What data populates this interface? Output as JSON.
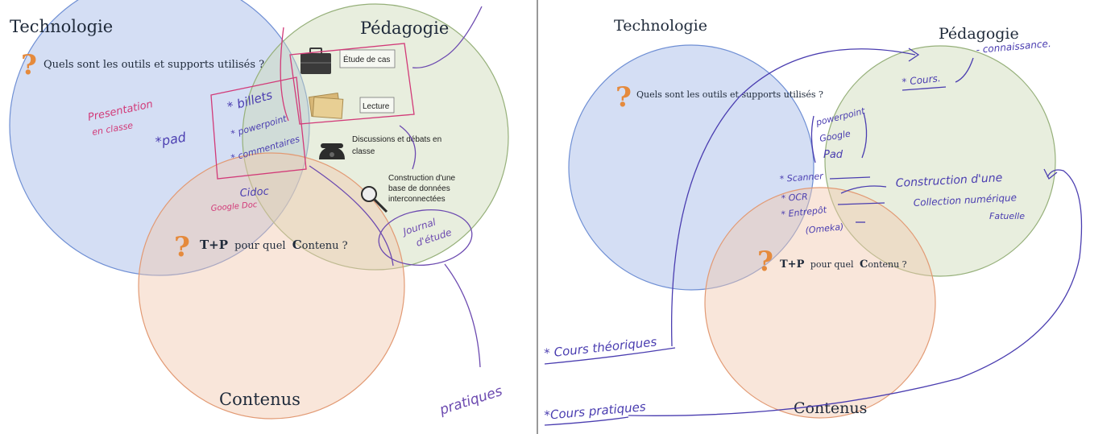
{
  "colors": {
    "technologie": "#9fb6e6",
    "technologie_stroke": "#6f8fd4",
    "pedagogie": "#cdd9b5",
    "pedagogie_stroke": "#96b07a",
    "contenus": "#f2c8ae",
    "contenus_stroke": "#e29a74",
    "question_mark": "#e58a3c",
    "pink_ink": "#d23a78",
    "blue_ink": "#4a3db0",
    "purple_ink": "#6c4ab0"
  },
  "left_panel": {
    "title_technologie": "Technologie",
    "title_pedagogie": "Pédagogie",
    "title_contenus": "Contenus",
    "question_outils": "Quels sont les outils et supports utilisés ?",
    "question_tp_bold": "T+P",
    "question_tp_rest": "pour quel",
    "question_tp_c": "C",
    "question_tp_end": "ontenu ?",
    "etude_de_cas": "Étude de cas",
    "lecture": "Lecture",
    "discussions_line1": "Discussions et débats en",
    "discussions_line2": "classe",
    "construction_line1": "Construction d'une",
    "construction_line2": "base de données",
    "construction_line3": "interconnectées",
    "hw_presentation_1": "Presentation",
    "hw_presentation_2": "en classe",
    "hw_pad": "*pad",
    "hw_billets": "* billets",
    "hw_powerpoint": "* powerpoint",
    "hw_commentaires": "* commentaires",
    "hw_cidoc": "Cidoc",
    "hw_google": "Google Doc",
    "hw_journal_1": "Journal",
    "hw_journal_2": "d'étude",
    "hw_pratiques": "pratiques"
  },
  "right_panel": {
    "title_technologie": "Technologie",
    "title_pedagogie": "Pédagogie",
    "title_contenus": "Contenus",
    "question_outils": "Quels sont les outils et supports utilisés ?",
    "question_tp_bold": "T+P",
    "question_tp_rest": "pour quel",
    "question_tp_c": "C",
    "question_tp_end": "ontenu ?",
    "hw_connaissance": "- connaissance.",
    "hw_cours": "* Cours.",
    "hw_powerpoint": "powerpoint",
    "hw_google": "Google",
    "hw_pad": "Pad",
    "hw_scanner": "* Scanner",
    "hw_ocr": "* OCR",
    "hw_entrepot": "* Entrepôt",
    "hw_omeka": "(Omeka)",
    "hw_construction_1": "Construction d'une",
    "hw_construction_2": "Collection numérique",
    "hw_construction_3": "Fatuelle",
    "hw_cours_theoriques": "* Cours théoriques",
    "hw_cours_pratiques": "*Cours pratiques"
  }
}
